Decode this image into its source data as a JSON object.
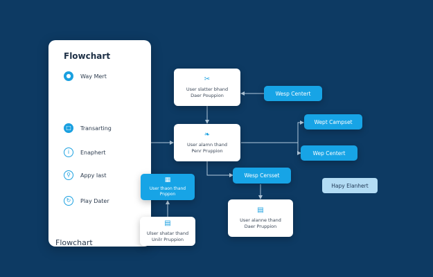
{
  "panel": {
    "title": "Flowchart",
    "footer": "Flowchart",
    "items": [
      {
        "label": "Way Mert",
        "icon": "user-icon"
      },
      {
        "label": "Transarting",
        "icon": "document-icon"
      },
      {
        "label": "Enaphert",
        "icon": "info-icon"
      },
      {
        "label": "Appy Iast",
        "icon": "location-icon"
      },
      {
        "label": "Play Dater",
        "icon": "refresh-icon"
      }
    ]
  },
  "nodes": {
    "process_top": {
      "lines": [
        "User slatter bhand",
        "Daer Pouppion"
      ],
      "icon": "scissors-icon"
    },
    "process_mid": {
      "lines": [
        "User alamn thand",
        "Penr Pruppion"
      ],
      "icon": "branch-icon"
    },
    "process_bottom": {
      "lines": [
        "User alanne thand",
        "Daer Pruppion"
      ],
      "icon": "document-icon"
    },
    "process_left_bottom": {
      "lines": [
        "Ulser shatar thand",
        "Unilr Pruppion"
      ],
      "icon": "document-icon"
    },
    "blue_left": {
      "lines": [
        "User thaon thand",
        "Pnppon"
      ],
      "icon": "grid-icon"
    },
    "wep_content_top": {
      "label": "Wesp Centert"
    },
    "wept_campset": {
      "label": "Wept Campset"
    },
    "wep_content_right": {
      "label": "Wep Centert"
    },
    "wesp_campset": {
      "label": "Wesp Cersset"
    },
    "happy_element": {
      "label": "Hapy Elanhert"
    }
  },
  "colors": {
    "background": "#0d3a63",
    "accent": "#17a4e6",
    "light": "#b3dcf4",
    "connector": "#cfe3f2"
  }
}
